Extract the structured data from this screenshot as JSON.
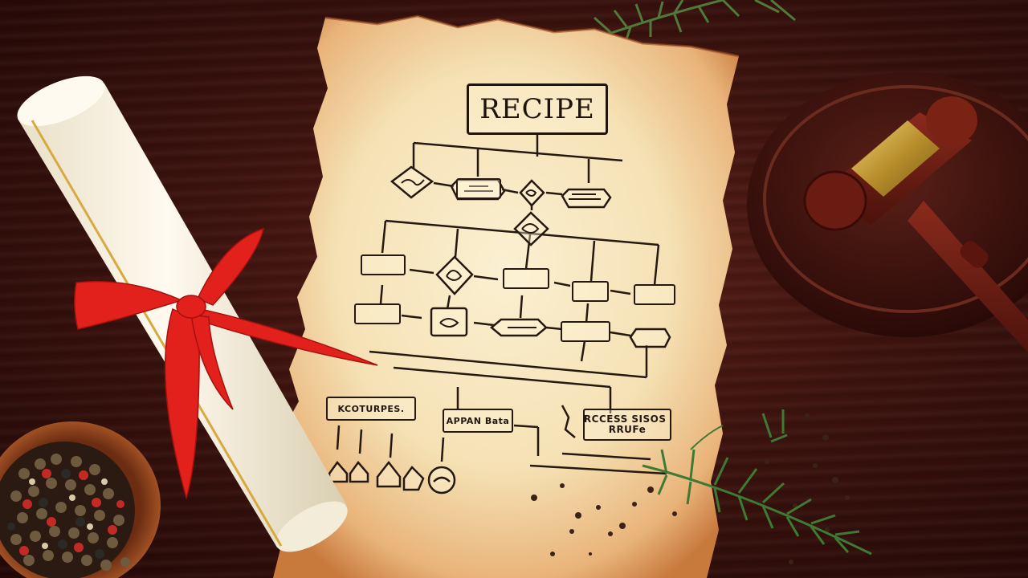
{
  "document": {
    "title": "RECIPE",
    "flowchart_nodes": {
      "top_tag": "KCOTURPES.",
      "mid_tag": "APPAN Bata",
      "right_tag_line1": "CRCCESS SISOS U",
      "right_tag_line2": "RRUFe"
    }
  },
  "objects": {
    "scroll_ribbon_color": "#e3211c",
    "gavel_band_color": "#c9a53a",
    "table_color": "#3d130e"
  }
}
